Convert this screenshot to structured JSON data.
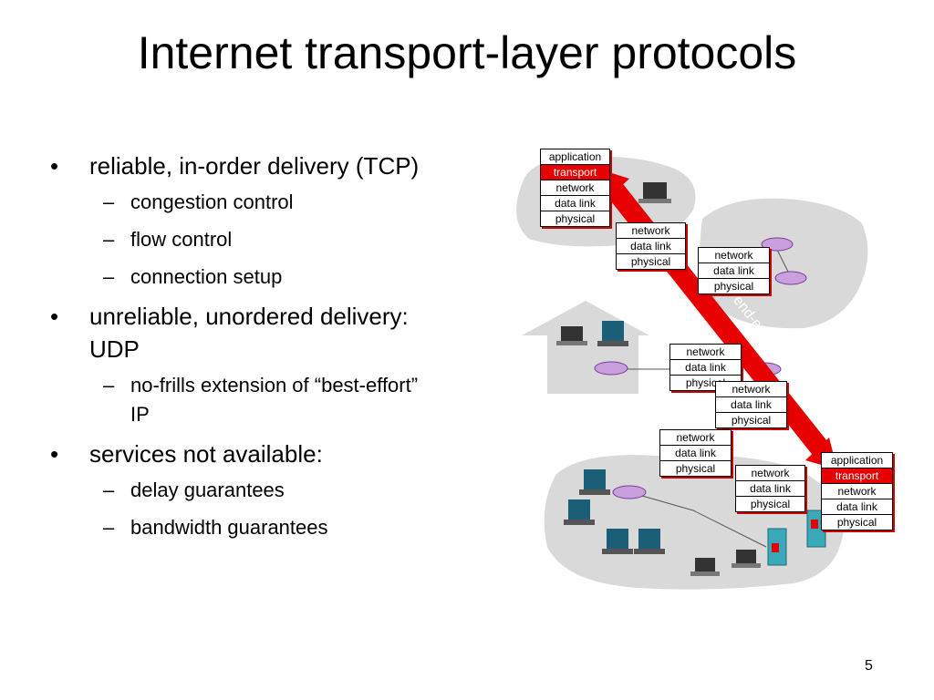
{
  "title": "Internet transport-layer protocols",
  "bullets": [
    {
      "text": "reliable, in-order delivery (TCP)",
      "subs": [
        "congestion control",
        "flow control",
        "connection setup"
      ]
    },
    {
      "text": "unreliable, unordered delivery: UDP",
      "subs": [
        "no-frills extension of “best-effort” IP"
      ]
    },
    {
      "text": "services not available:",
      "subs": [
        "delay guarantees",
        "bandwidth guarantees"
      ]
    }
  ],
  "bullet_symbol": "•",
  "dash_symbol": "–",
  "diagram": {
    "arrow_label": "logical end-end transport",
    "stacks": {
      "host_top": [
        "application",
        "transport",
        "network",
        "data link",
        "physical"
      ],
      "router_1": [
        "network",
        "data link",
        "physical"
      ],
      "router_2": [
        "network",
        "data link",
        "physical"
      ],
      "router_3": [
        "network",
        "data link",
        "physical"
      ],
      "router_4": [
        "network",
        "data link",
        "physical"
      ],
      "router_5": [
        "network",
        "data link",
        "physical"
      ],
      "router_6": [
        "network",
        "data link",
        "physical"
      ],
      "host_bottom": [
        "application",
        "transport",
        "network",
        "data link",
        "physical"
      ]
    },
    "colors": {
      "highlight": "#e60000",
      "arrow": "#e60000",
      "cloud": "#d9d9d9"
    }
  },
  "page_number": "5"
}
